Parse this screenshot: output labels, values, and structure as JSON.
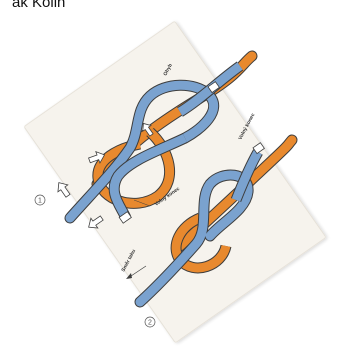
{
  "header": {
    "caption": "ak Kolin"
  },
  "diagram": {
    "step1": {
      "number": "1",
      "label_bend": "Ohyb",
      "label_free_end": "Volný konec"
    },
    "step2": {
      "number": "2",
      "label_free_end": "Volný konec",
      "label_pull_direction": "Směr tahu"
    },
    "colors": {
      "rope_blue": "#7aa2cf",
      "rope_orange": "#e8892e",
      "card_background": "#f6f3ed",
      "outline": "#3d3d3d",
      "arrow_fill": "#ffffff"
    }
  }
}
